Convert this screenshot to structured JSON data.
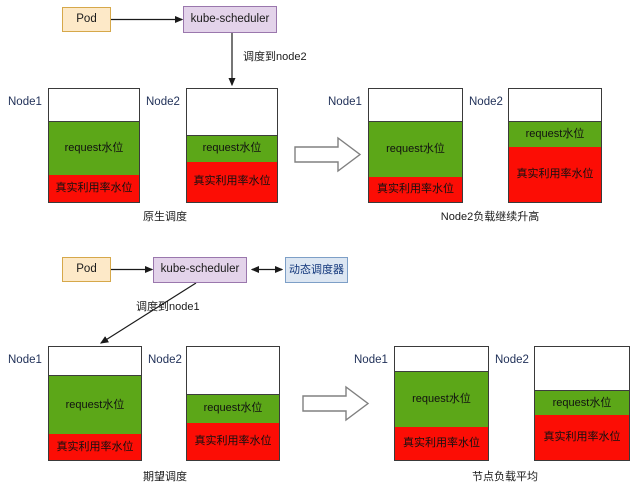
{
  "diagram": {
    "title": "Kubernetes dynamic scheduling comparison diagram",
    "colors": {
      "pod_fill": "#fde9c8",
      "pod_border": "#d6a84a",
      "scheduler_fill": "#e3d3ea",
      "scheduler_border": "#9a77ad",
      "dynamic_fill": "#dce6f2",
      "dynamic_border": "#7d9fc7",
      "request_green": "#5ca718",
      "usage_red": "#fc0d05",
      "node_border": "#3a3a3a",
      "arrow_stroke": "#1a1a1a",
      "block_arrow_stroke": "#808080"
    },
    "labels": {
      "pod": "Pod",
      "kube_scheduler": "kube-scheduler",
      "dynamic_scheduler": "动态调度器",
      "request_level": "request水位",
      "actual_usage_level": "真实利用率水位",
      "node1": "Node1",
      "node2": "Node2"
    }
  },
  "top_row": {
    "flow": {
      "pod": "Pod",
      "scheduler": "kube-scheduler",
      "schedule_edge_label": "调度到node2"
    },
    "before": {
      "caption": "原生调度",
      "nodes": [
        {
          "name": "Node1",
          "free_label": "",
          "request_label": "request水位",
          "usage_label": "真实利用率水位",
          "free_pct": 28,
          "request_pct": 48,
          "usage_pct": 24
        },
        {
          "name": "Node2",
          "free_label": "",
          "request_label": "request水位",
          "usage_label": "真实利用率水位",
          "free_pct": 41,
          "request_pct": 23,
          "usage_pct": 36
        }
      ]
    },
    "after": {
      "caption": "Node2负载继续升高",
      "nodes": [
        {
          "name": "Node1",
          "free_label": "",
          "request_label": "request水位",
          "usage_label": "真实利用率水位",
          "free_pct": 28,
          "request_pct": 50,
          "usage_pct": 22
        },
        {
          "name": "Node2",
          "free_label": "",
          "request_label": "request水位",
          "usage_label": "真实利用率水位",
          "free_pct": 28,
          "request_pct": 23,
          "usage_pct": 49
        }
      ]
    }
  },
  "bottom_row": {
    "flow": {
      "pod": "Pod",
      "scheduler": "kube-scheduler",
      "dynamic_scheduler": "动态调度器",
      "schedule_edge_label": "调度到node1"
    },
    "before": {
      "caption": "期望调度",
      "nodes": [
        {
          "name": "Node1",
          "free_label": "",
          "request_label": "request水位",
          "usage_label": "真实利用率水位",
          "free_pct": 25,
          "request_pct": 52,
          "usage_pct": 23
        },
        {
          "name": "Node2",
          "free_label": "",
          "request_label": "request水位",
          "usage_label": "真实利用率水位",
          "free_pct": 42,
          "request_pct": 25,
          "usage_pct": 33
        }
      ]
    },
    "after": {
      "caption": "节点负载平均",
      "nodes": [
        {
          "name": "Node1",
          "free_label": "",
          "request_label": "request水位",
          "usage_label": "真实利用率水位",
          "free_pct": 21,
          "request_pct": 49,
          "usage_pct": 30
        },
        {
          "name": "Node2",
          "free_label": "",
          "request_label": "request水位",
          "usage_label": "真实利用率水位",
          "free_pct": 38,
          "request_pct": 22,
          "usage_pct": 40
        }
      ]
    }
  }
}
